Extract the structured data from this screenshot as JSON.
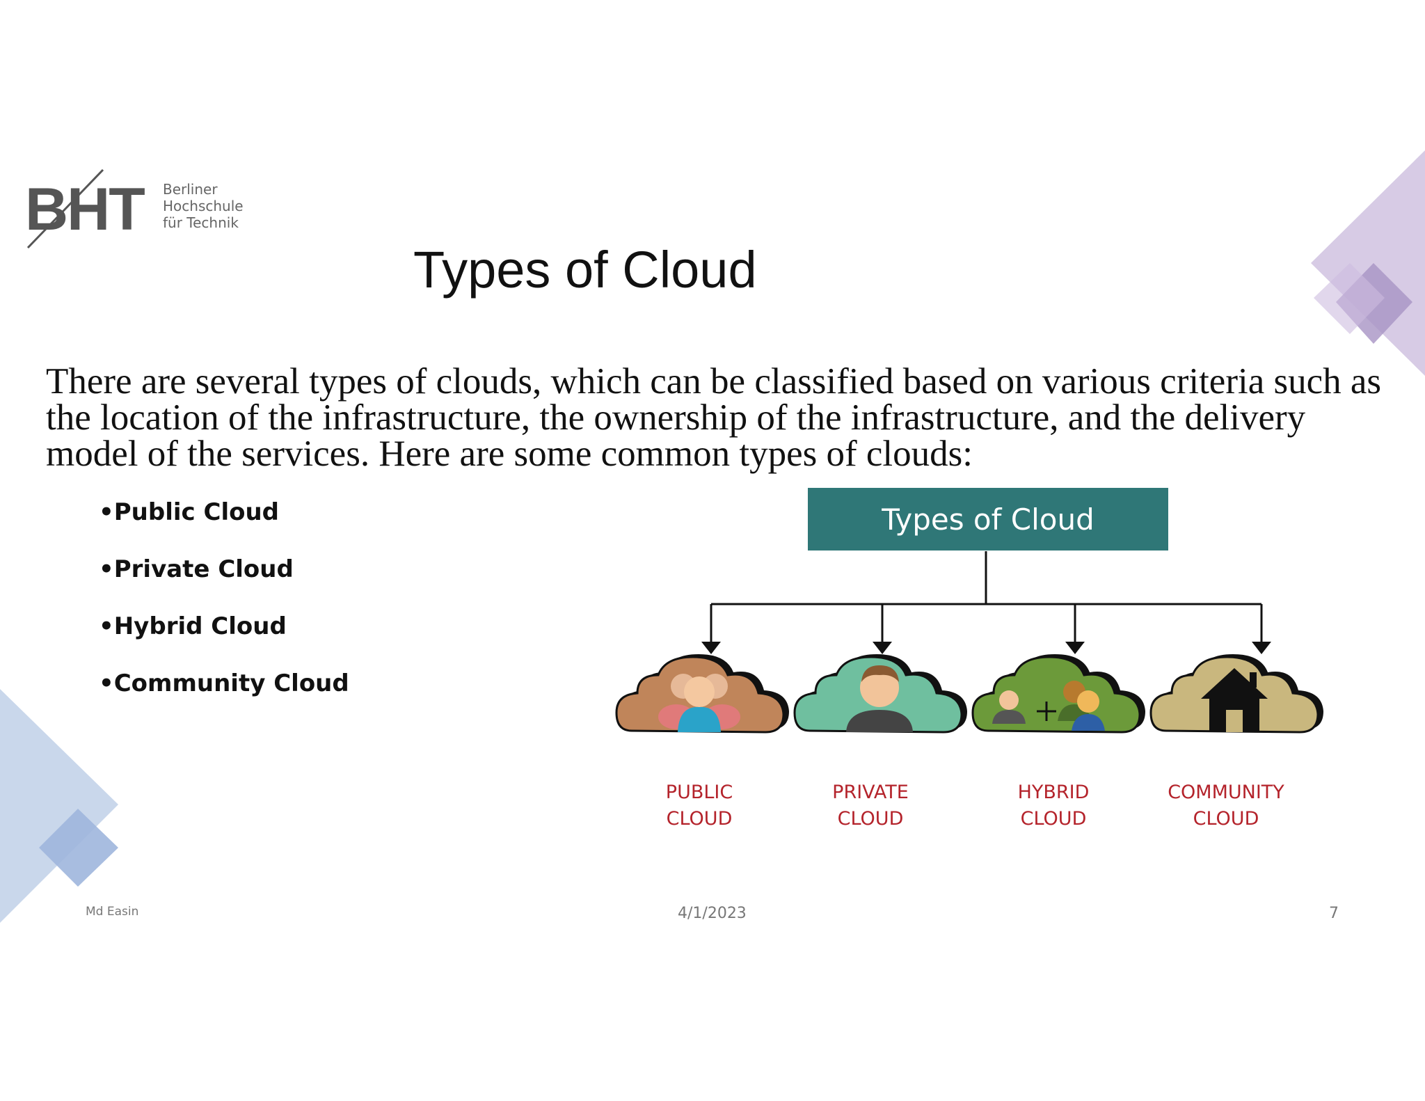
{
  "logo": {
    "mark": "BHT",
    "lines": [
      "Berliner",
      "Hochschule",
      "für Technik"
    ]
  },
  "slide": {
    "title": "Types of Cloud",
    "intro_lines": [
      "There are several types of clouds, which can be classified based on various criteria such as",
      "the location of the infrastructure, the ownership of the infrastructure, and the delivery",
      "model of the services. Here are some common types of clouds:"
    ],
    "bullets": [
      "•Public Cloud",
      "•Private Cloud",
      "•Hybrid Cloud",
      "•Community Cloud"
    ]
  },
  "diagram": {
    "header": "Types of Cloud",
    "clouds": [
      {
        "line1": "PUBLIC",
        "line2": "CLOUD",
        "color": "#c0855a",
        "icon": "group-people-icon"
      },
      {
        "line1": "PRIVATE",
        "line2": "CLOUD",
        "color": "#6fbf9f",
        "icon": "single-person-icon"
      },
      {
        "line1": "HYBRID",
        "line2": "CLOUD",
        "color": "#6c9a3a",
        "icon": "person-plus-group-icon"
      },
      {
        "line1": "COMMUNITY",
        "line2": "CLOUD",
        "color": "#c9b77e",
        "icon": "house-icon"
      }
    ],
    "label_color": "#b4232b",
    "header_color": "#2f7777"
  },
  "footer": {
    "author": "Md Easin",
    "date": "4/1/2023",
    "page": "7"
  },
  "colors": {
    "deco_purple": "#b9a6cf",
    "deco_blue": "#a9bedf"
  }
}
